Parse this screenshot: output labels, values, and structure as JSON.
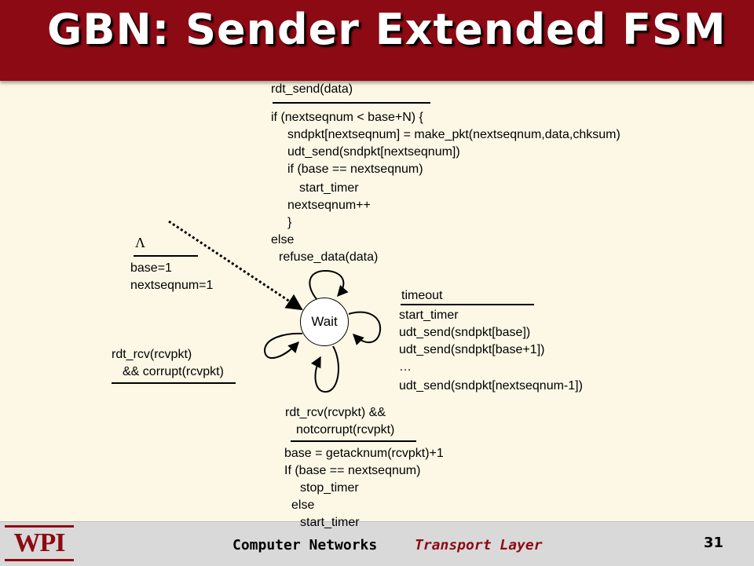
{
  "slide": {
    "title": "GBN: Sender Extended FSM",
    "state": "Wait"
  },
  "init": {
    "event": "Λ",
    "actions": [
      "base=1",
      "nextseqnum=1"
    ]
  },
  "send": {
    "event": "rdt_send(data)",
    "actions": [
      "if (nextseqnum < base+N) {",
      "sndpkt[nextseqnum] = make_pkt(nextseqnum,data,chksum)",
      "udt_send(sndpkt[nextseqnum])",
      "if (base == nextseqnum)",
      "start_timer",
      "nextseqnum++",
      "}",
      "else",
      "refuse_data(data)"
    ]
  },
  "timeout": {
    "event": "timeout",
    "actions": [
      "start_timer",
      "udt_send(sndpkt[base])",
      "udt_send(sndpkt[base+1])",
      "…",
      "udt_send(sndpkt[nextseqnum-1])"
    ]
  },
  "corrupt": {
    "event": [
      "rdt_rcv(rcvpkt)",
      "&& corrupt(rcvpkt)"
    ]
  },
  "ack": {
    "event": [
      "rdt_rcv(rcvpkt) &&",
      "notcorrupt(rcvpkt)"
    ],
    "actions": [
      "base = getacknum(rcvpkt)+1",
      "If (base == nextseqnum)",
      "stop_timer",
      "else",
      "start_timer"
    ]
  },
  "footer": {
    "course": "Computer Networks",
    "topic": "Transport Layer",
    "page": "31",
    "logo": "WPI"
  }
}
